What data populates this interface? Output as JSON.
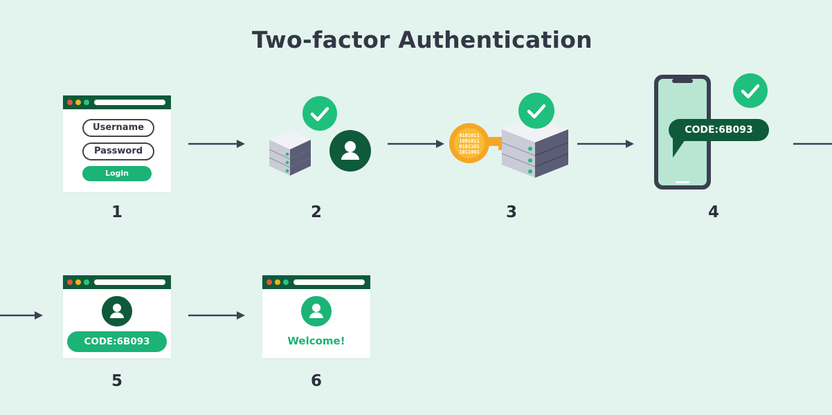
{
  "title": "Two-factor Authentication",
  "steps": [
    {
      "number": "1",
      "fields": [
        "Username",
        "Password"
      ],
      "button": "Login"
    },
    {
      "number": "2"
    },
    {
      "number": "3",
      "key_binary": [
        "0101011",
        "1001011",
        "0101101",
        "1011001"
      ]
    },
    {
      "number": "4",
      "sms_code": "CODE:6B093"
    },
    {
      "number": "5",
      "entered_code": "CODE:6B093"
    },
    {
      "number": "6",
      "message": "Welcome!"
    }
  ],
  "colors": {
    "background": "#e3f4ee",
    "dark_green": "#0f5a3a",
    "accent_green": "#1bb376",
    "check_green": "#1fbf7d",
    "key_orange": "#f5a623",
    "text": "#333744"
  },
  "icons": [
    "check-icon",
    "user-icon",
    "server-icon",
    "key-icon",
    "phone-icon",
    "arrow-icon"
  ]
}
